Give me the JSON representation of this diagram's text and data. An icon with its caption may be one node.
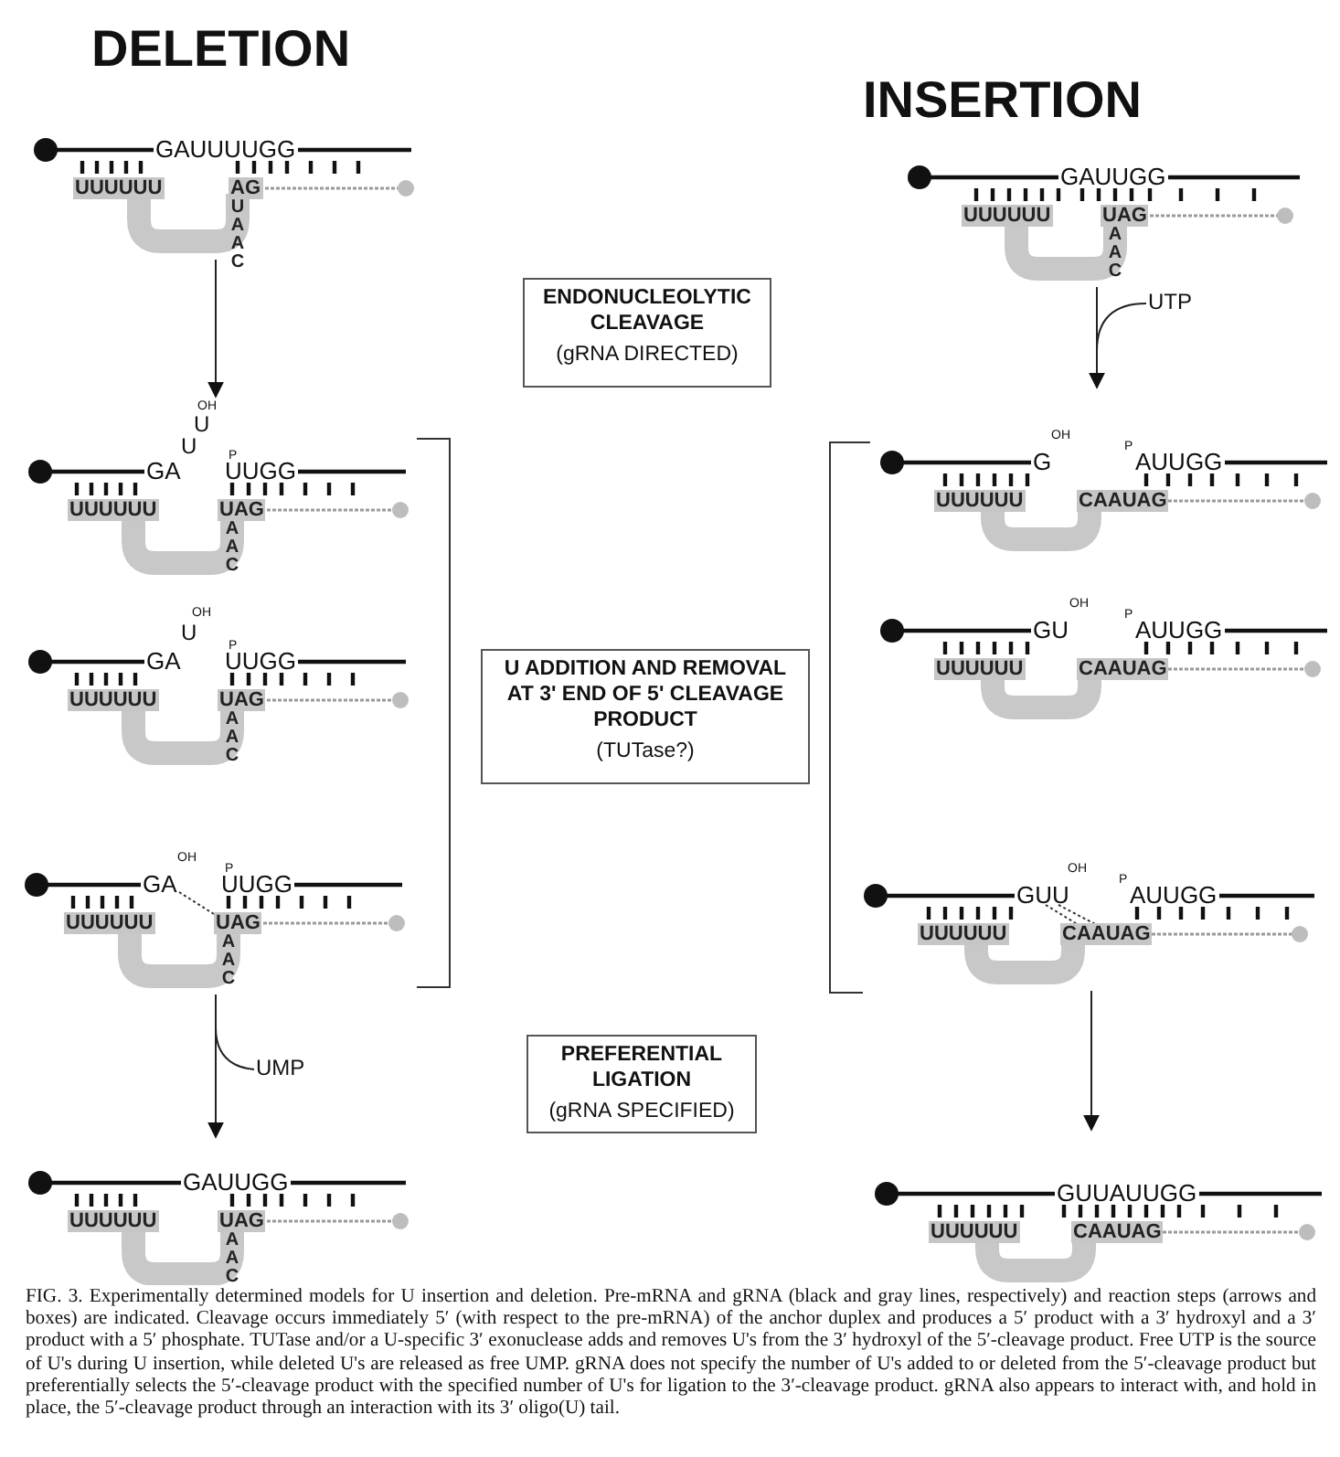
{
  "diagram": {
    "caption": "FIG. 3. Experimentally determined models for U insertion and deletion. Pre-mRNA and gRNA (black and gray lines, respectively) and reaction steps (arrows and boxes) are indicated. Cleavage occurs immediately 5′ (with respect to the pre-mRNA) of the anchor duplex and produces a 5′ product with a 3′ hydroxyl and a 3′ product with a 5′ phosphate. TUTase and/or a U-specific 3′ exonuclease adds and removes U's from the 3′ hydroxyl of the 5′-cleavage product. Free UTP is the source of U's during U insertion, while deleted U's are released as free UMP. gRNA does not specify the number of U's added to or deleted from the 5′-cleavage product but preferentially selects the 5′-cleavage product with the specified number of U's for ligation to the 3′-cleavage product. gRNA also appears to interact with, and hold in place, the 5′-cleavage product through an interaction with its 3′ oligo(U) tail.",
    "nodes": [
      {
        "text": [
          "GAUUUUGG",
          "UUUUUU",
          "AG",
          "U A A C"
        ]
      },
      {
        "text": [
          "OH",
          "U",
          "U",
          "GA",
          "P",
          "UUGG",
          "UUUUUU",
          "UAG",
          "A A C"
        ]
      },
      {
        "text": [
          "OH",
          "U",
          "GA",
          "P",
          "UUGG",
          "UUUUUU",
          "UAG",
          "A A C"
        ]
      },
      {
        "text": [
          "OH",
          "GA",
          "P",
          "UUGG",
          "UUUUUU",
          "UAG",
          "A A C"
        ]
      },
      {
        "text": [
          "UMP"
        ]
      },
      {
        "text": [
          "GAUUGG",
          "UUUUUU",
          "UAG",
          "A A C"
        ]
      },
      {
        "text": [
          "ENDONUCLEOLYTIC CLEAVAGE",
          "(gRNA DIRECTED)"
        ]
      },
      {
        "text": [
          "U ADDITION AND REMOVAL AT 3' END OF 5' CLEAVAGE PRODUCT",
          "(TUTase?)"
        ]
      },
      {
        "text": [
          "PREFERENTIAL LIGATION",
          "(gRNA SPECIFIED)"
        ]
      },
      {
        "text": [
          "GAUUGG",
          "UUUUUU",
          "UAG",
          "A A C"
        ]
      },
      {
        "text": [
          "UTP"
        ]
      },
      {
        "text": [
          "OH",
          "G",
          "P",
          "AUUGG",
          "UUUUUU",
          "CAAUAG"
        ]
      },
      {
        "text": [
          "OH",
          "GU",
          "P",
          "AUUGG",
          "UUUUUU",
          "CAAUAG"
        ]
      },
      {
        "text": [
          "OH",
          "GUU",
          "P",
          "AUUGG",
          "UUUUUU",
          "CAAUAG"
        ]
      },
      {
        "text": [
          "GUUAUUGG",
          "UUUUUU",
          "CAAUAG"
        ]
      }
    ],
    "edges": [
      {
        "from": 0,
        "to": 1,
        "arrow": "to"
      },
      {
        "from": 3,
        "to": 5,
        "arrow": "to"
      },
      {
        "from": 4,
        "to": null,
        "arrow": "none"
      },
      {
        "from": 9,
        "to": 11,
        "arrow": "to"
      },
      {
        "from": 10,
        "to": null,
        "arrow": "none"
      },
      {
        "from": 13,
        "to": 14,
        "arrow": "to"
      }
    ],
    "labels": [
      "DELETION",
      "INSERTION"
    ]
  }
}
